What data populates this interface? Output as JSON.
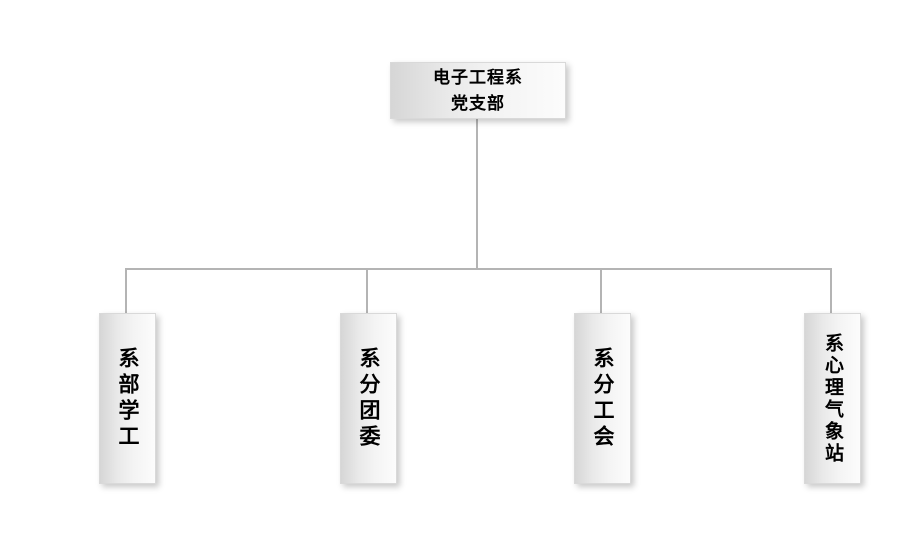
{
  "diagram": {
    "type": "organization-chart",
    "orientation": "top-down",
    "background_color": "#ffffff",
    "connector_color": "#b4b4b4",
    "node_text_color": "#000000",
    "root": {
      "label": "电子工程系\n党支部",
      "line1": "电子工程系",
      "line2": "党支部"
    },
    "children": [
      {
        "label": "系部学工"
      },
      {
        "label": "系分团委"
      },
      {
        "label": "系分工会"
      },
      {
        "label": "系心理气象站"
      }
    ]
  }
}
